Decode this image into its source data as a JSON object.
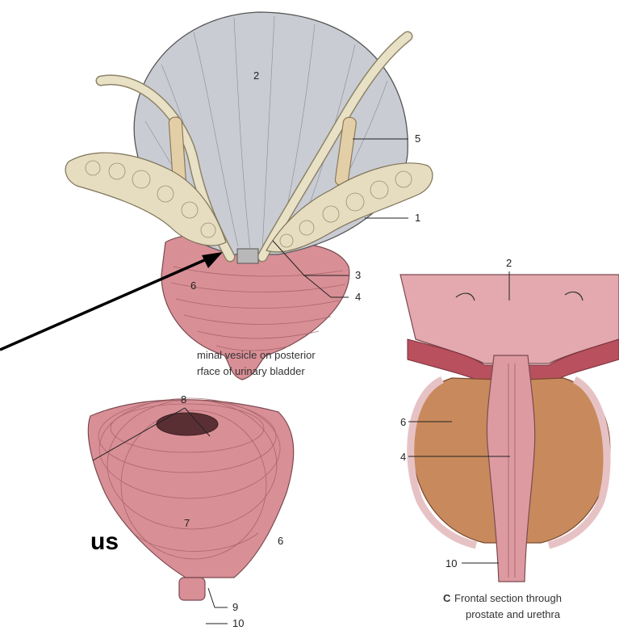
{
  "figure_a": {
    "labels": {
      "bladder": "2",
      "seminal_vesicle": "1",
      "ductus_deferens": "5",
      "label_3": "3",
      "label_4": "4",
      "prostate": "6"
    },
    "caption_line1": "minal vesicle on posterior",
    "caption_line2": "rface of urinary bladder"
  },
  "figure_b": {
    "labels": {
      "label_8": "8",
      "label_7": "7",
      "label_6": "6",
      "label_9": "9",
      "label_10": "10"
    },
    "side_text": "us"
  },
  "figure_c": {
    "labels": {
      "label_2": "2",
      "label_6": "6",
      "label_4": "4",
      "label_10": "10"
    },
    "caption_letter": "C",
    "caption_line1": "Frontal section through",
    "caption_line2": "prostate and urethra"
  },
  "colors": {
    "bladder": "#c9ccd3",
    "vesicle": "#e6dcc0",
    "prostate": "#d98f96",
    "prostate_tissue": "#c88a5c",
    "arrow": "#000000"
  }
}
